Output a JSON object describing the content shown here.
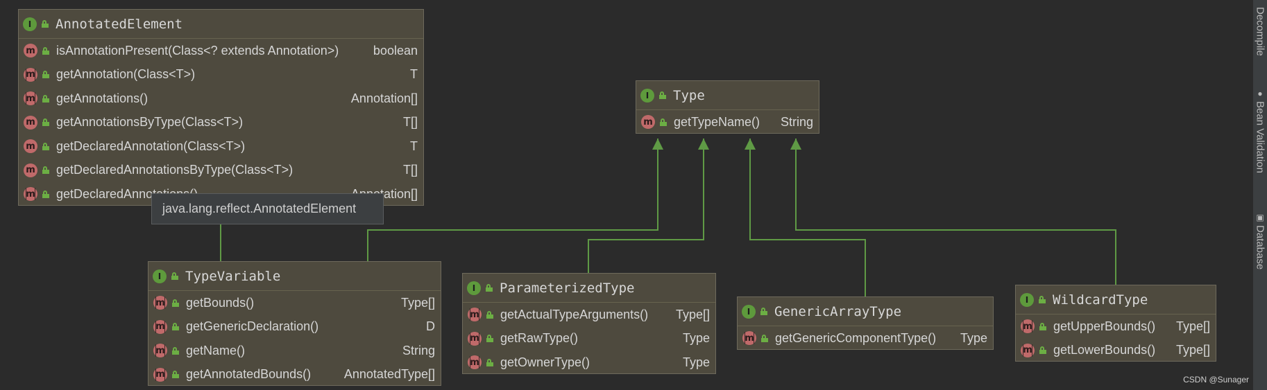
{
  "diagram": {
    "nodes": [
      {
        "id": "AnnotatedElement",
        "title": "AnnotatedElement",
        "methods": [
          {
            "name": "isAnnotationPresent(Class<? extends Annotation>)",
            "type": "boolean",
            "abstract": false
          },
          {
            "name": "getAnnotation(Class<T>)",
            "type": "T",
            "abstract": true
          },
          {
            "name": "getAnnotations()",
            "type": "Annotation[]",
            "abstract": true
          },
          {
            "name": "getAnnotationsByType(Class<T>)",
            "type": "T[]",
            "abstract": false
          },
          {
            "name": "getDeclaredAnnotation(Class<T>)",
            "type": "T",
            "abstract": false
          },
          {
            "name": "getDeclaredAnnotationsByType(Class<T>)",
            "type": "T[]",
            "abstract": false
          },
          {
            "name": "getDeclaredAnnotations()",
            "type": "Annotation[]",
            "abstract": true
          }
        ]
      },
      {
        "id": "Type",
        "title": "Type",
        "methods": [
          {
            "name": "getTypeName()",
            "type": "String",
            "abstract": false
          }
        ]
      },
      {
        "id": "TypeVariable",
        "title": "TypeVariable",
        "methods": [
          {
            "name": "getBounds()",
            "type": "Type[]",
            "abstract": true
          },
          {
            "name": "getGenericDeclaration()",
            "type": "D",
            "abstract": true
          },
          {
            "name": "getName()",
            "type": "String",
            "abstract": true
          },
          {
            "name": "getAnnotatedBounds()",
            "type": "AnnotatedType[]",
            "abstract": true
          }
        ]
      },
      {
        "id": "ParameterizedType",
        "title": "ParameterizedType",
        "methods": [
          {
            "name": "getActualTypeArguments()",
            "type": "Type[]",
            "abstract": true
          },
          {
            "name": "getRawType()",
            "type": "Type",
            "abstract": true
          },
          {
            "name": "getOwnerType()",
            "type": "Type",
            "abstract": true
          }
        ]
      },
      {
        "id": "GenericArrayType",
        "title": "GenericArrayType",
        "methods": [
          {
            "name": "getGenericComponentType()",
            "type": "Type",
            "abstract": true
          }
        ]
      },
      {
        "id": "WildcardType",
        "title": "WildcardType",
        "methods": [
          {
            "name": "getUpperBounds()",
            "type": "Type[]",
            "abstract": true
          },
          {
            "name": "getLowerBounds()",
            "type": "Type[]",
            "abstract": true
          }
        ]
      }
    ],
    "edges": [
      {
        "from": "TypeVariable",
        "to": "AnnotatedElement"
      },
      {
        "from": "TypeVariable",
        "to": "Type"
      },
      {
        "from": "ParameterizedType",
        "to": "Type"
      },
      {
        "from": "GenericArrayType",
        "to": "Type"
      },
      {
        "from": "WildcardType",
        "to": "Type"
      }
    ],
    "icon_labels": {
      "interface": "I",
      "method": "m"
    },
    "colors": {
      "edge": "#5f9a45",
      "node_fill": "#4e4a3e",
      "interface_icon": "#5e9a3c",
      "method_icon": "#c06a6a"
    }
  },
  "tooltip": {
    "text": "java.lang.reflect.AnnotatedElement"
  },
  "side_panel": {
    "tabs": [
      {
        "label": "Decompile",
        "icon": ""
      },
      {
        "label": "Bean Validation",
        "icon": "bean-validation-icon"
      },
      {
        "label": "Database",
        "icon": "database-icon"
      }
    ]
  },
  "watermark": "CSDN @Sunager"
}
